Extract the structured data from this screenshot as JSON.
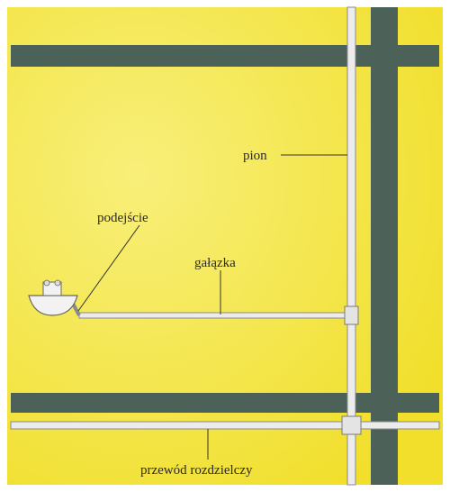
{
  "labels": {
    "pion": "pion",
    "podejscie": "podejście",
    "galazka": "gałązka",
    "przewod": "przewód rozdzielczy"
  },
  "colors": {
    "wall": "#f4e43a",
    "wall_light": "#f7ec6a",
    "beam": "#4c6158",
    "pipe": "#ececec",
    "pipe_edge": "#8a8a8a",
    "leader": "#333333"
  },
  "icons": {
    "fixture": "washbasin-icon"
  }
}
